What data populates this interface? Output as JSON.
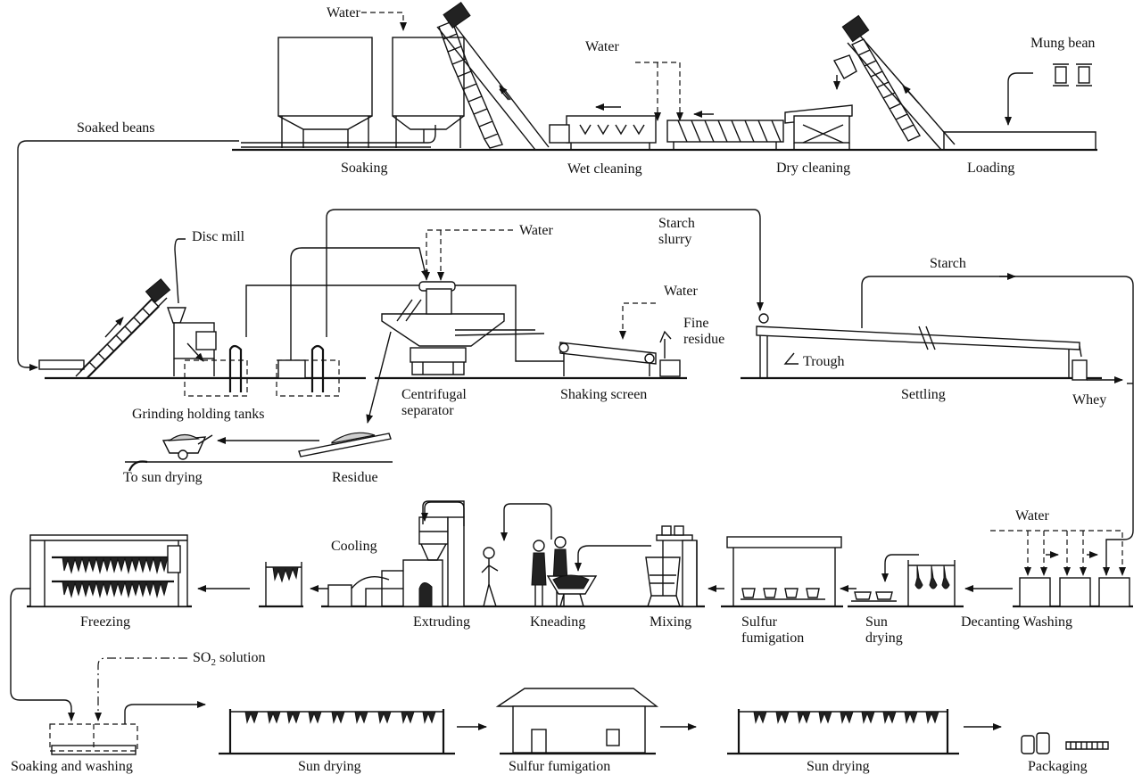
{
  "labels": {
    "water": "Water",
    "soaking": "Soaking",
    "wet_cleaning": "Wet cleaning",
    "dry_cleaning": "Dry cleaning",
    "loading": "Loading",
    "mung_bean": "Mung bean",
    "soaked_beans": "Soaked beans",
    "disc_mill": "Disc mill",
    "starch_slurry": "Starch slurry",
    "starch": "Starch",
    "fine_residue": "Fine residue",
    "trough": "Trough",
    "grinding_holding_tanks": "Grinding holding tanks",
    "centrifugal_separator": "Centrifugal separator",
    "shaking_screen": "Shaking screen",
    "settling": "Settling",
    "whey": "Whey",
    "to_sun_drying": "To sun drying",
    "residue": "Residue",
    "cooling": "Cooling",
    "freezing": "Freezing",
    "extruding": "Extruding",
    "kneading": "Kneading",
    "mixing": "Mixing",
    "sulfur_fumigation": "Sulfur fumigation",
    "sun_drying": "Sun drying",
    "decanting_washing": "Decanting Washing",
    "so2_prefix": "SO",
    "so2_sub": "2",
    "so2_suffix": " solution",
    "soaking_and_washing": "Soaking and washing",
    "packaging": "Packaging"
  }
}
